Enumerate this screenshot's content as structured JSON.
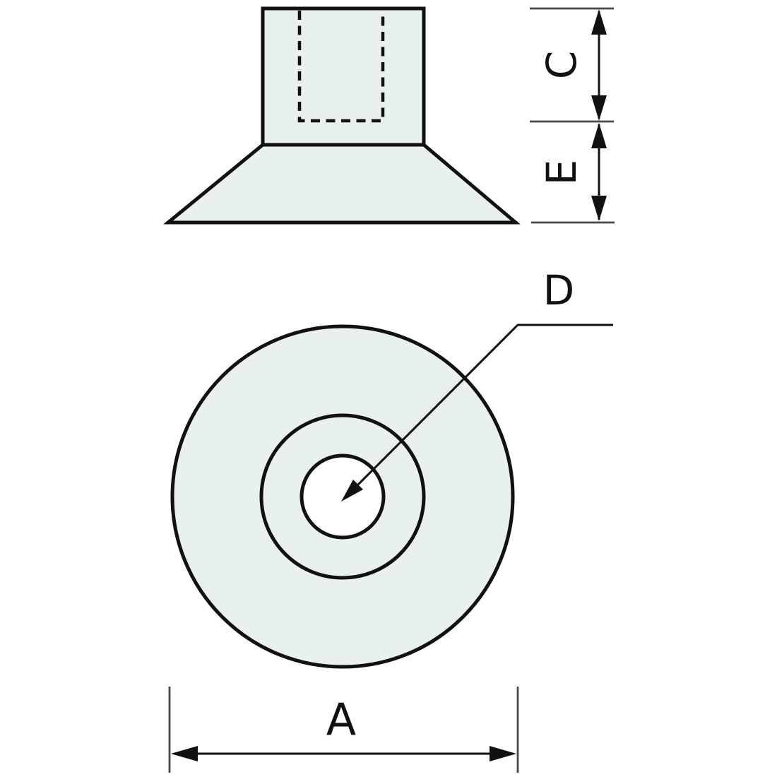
{
  "drawing": {
    "colors": {
      "body_fill": "#e8f1ee",
      "hole_fill": "#ffffff",
      "outline": "#111111",
      "extension_line": "#4a4a4a",
      "background": "#ffffff"
    },
    "dimension_labels": {
      "c": "C",
      "e": "E",
      "d": "D",
      "a": "A"
    }
  }
}
